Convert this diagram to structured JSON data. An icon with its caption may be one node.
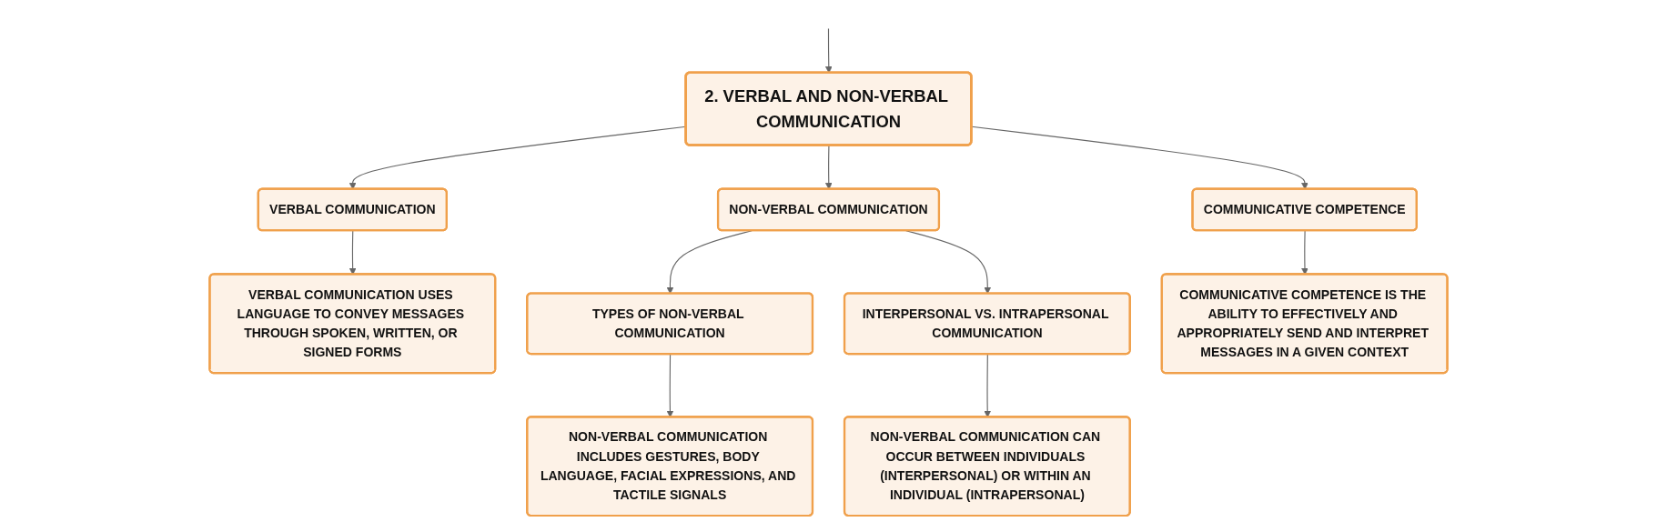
{
  "diagram": {
    "nodes": [
      {
        "text": [
          "2. VERBAL AND NON-VERBAL COMMUNICATION"
        ]
      },
      {
        "text": [
          "VERBAL COMMUNICATION"
        ]
      },
      {
        "text": [
          "NON-VERBAL COMMUNICATION"
        ]
      },
      {
        "text": [
          "COMMUNICATIVE COMPETENCE"
        ]
      },
      {
        "text": [
          "VERBAL COMMUNICATION USES LANGUAGE TO CONVEY MESSAGES THROUGH SPOKEN, WRITTEN, OR SIGNED FORMS"
        ]
      },
      {
        "text": [
          "TYPES OF NON-VERBAL COMMUNICATION"
        ]
      },
      {
        "text": [
          "INTERPERSONAL VS. INTRAPERSONAL COMMUNICATION"
        ]
      },
      {
        "text": [
          "COMMUNICATIVE COMPETENCE IS THE ABILITY TO EFFECTIVELY AND APPROPRIATELY SEND AND INTERPRET MESSAGES IN A GIVEN CONTEXT"
        ]
      },
      {
        "text": [
          "NON-VERBAL COMMUNICATION INCLUDES GESTURES, BODY LANGUAGE, FACIAL EXPRESSIONS, AND TACTILE SIGNALS"
        ]
      },
      {
        "text": [
          "NON-VERBAL COMMUNICATION CAN OCCUR BETWEEN INDIVIDUALS (INTERPERSONAL) OR WITHIN AN INDIVIDUAL (INTRAPERSONAL)"
        ]
      }
    ],
    "edges": [
      {
        "from": null,
        "to": 0,
        "arrow": "to"
      },
      {
        "from": 0,
        "to": 1,
        "arrow": "to"
      },
      {
        "from": 0,
        "to": 2,
        "arrow": "to"
      },
      {
        "from": 0,
        "to": 3,
        "arrow": "to"
      },
      {
        "from": 1,
        "to": 4,
        "arrow": "to"
      },
      {
        "from": 2,
        "to": 5,
        "arrow": "to"
      },
      {
        "from": 2,
        "to": 6,
        "arrow": "to"
      },
      {
        "from": 3,
        "to": 7,
        "arrow": "to"
      },
      {
        "from": 5,
        "to": 8,
        "arrow": "to"
      },
      {
        "from": 6,
        "to": 9,
        "arrow": "to"
      }
    ]
  }
}
